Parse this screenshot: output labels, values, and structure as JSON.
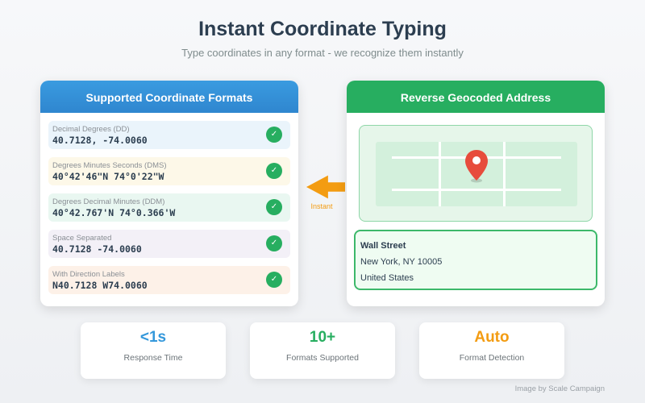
{
  "header": {
    "title": "Instant Coordinate Typing",
    "subtitle": "Type coordinates in any format - we recognize them instantly"
  },
  "formats_card": {
    "title": "Supported Coordinate Formats",
    "items": [
      {
        "label": "Decimal Degrees (DD)",
        "value": "40.7128, -74.0060",
        "bg": "#eaf4fb"
      },
      {
        "label": "Degrees Minutes Seconds (DMS)",
        "value": "40°42'46\"N 74°0'22\"W",
        "bg": "#fdf8e8"
      },
      {
        "label": "Degrees Decimal Minutes (DDM)",
        "value": "40°42.767'N 74°0.366'W",
        "bg": "#e9f7f1"
      },
      {
        "label": "Space Separated",
        "value": "40.7128 -74.0060",
        "bg": "#f3f0f7"
      },
      {
        "label": "With Direction Labels",
        "value": "N40.7128 W74.0060",
        "bg": "#fdf1e8"
      }
    ],
    "check_icon": "✓"
  },
  "arrow": {
    "label": "Instant",
    "color": "#f39c12"
  },
  "address_card": {
    "title": "Reverse Geocoded Address",
    "street": "Wall Street",
    "city": "New York, NY 10005",
    "country": "United States"
  },
  "stats": [
    {
      "value": "<1s",
      "caption": "Response Time",
      "color": "#3498db"
    },
    {
      "value": "10+",
      "caption": "Formats Supported",
      "color": "#27ae60"
    },
    {
      "value": "Auto",
      "caption": "Format Detection",
      "color": "#f39c12"
    }
  ],
  "credit": "Image by Scale Campaign"
}
